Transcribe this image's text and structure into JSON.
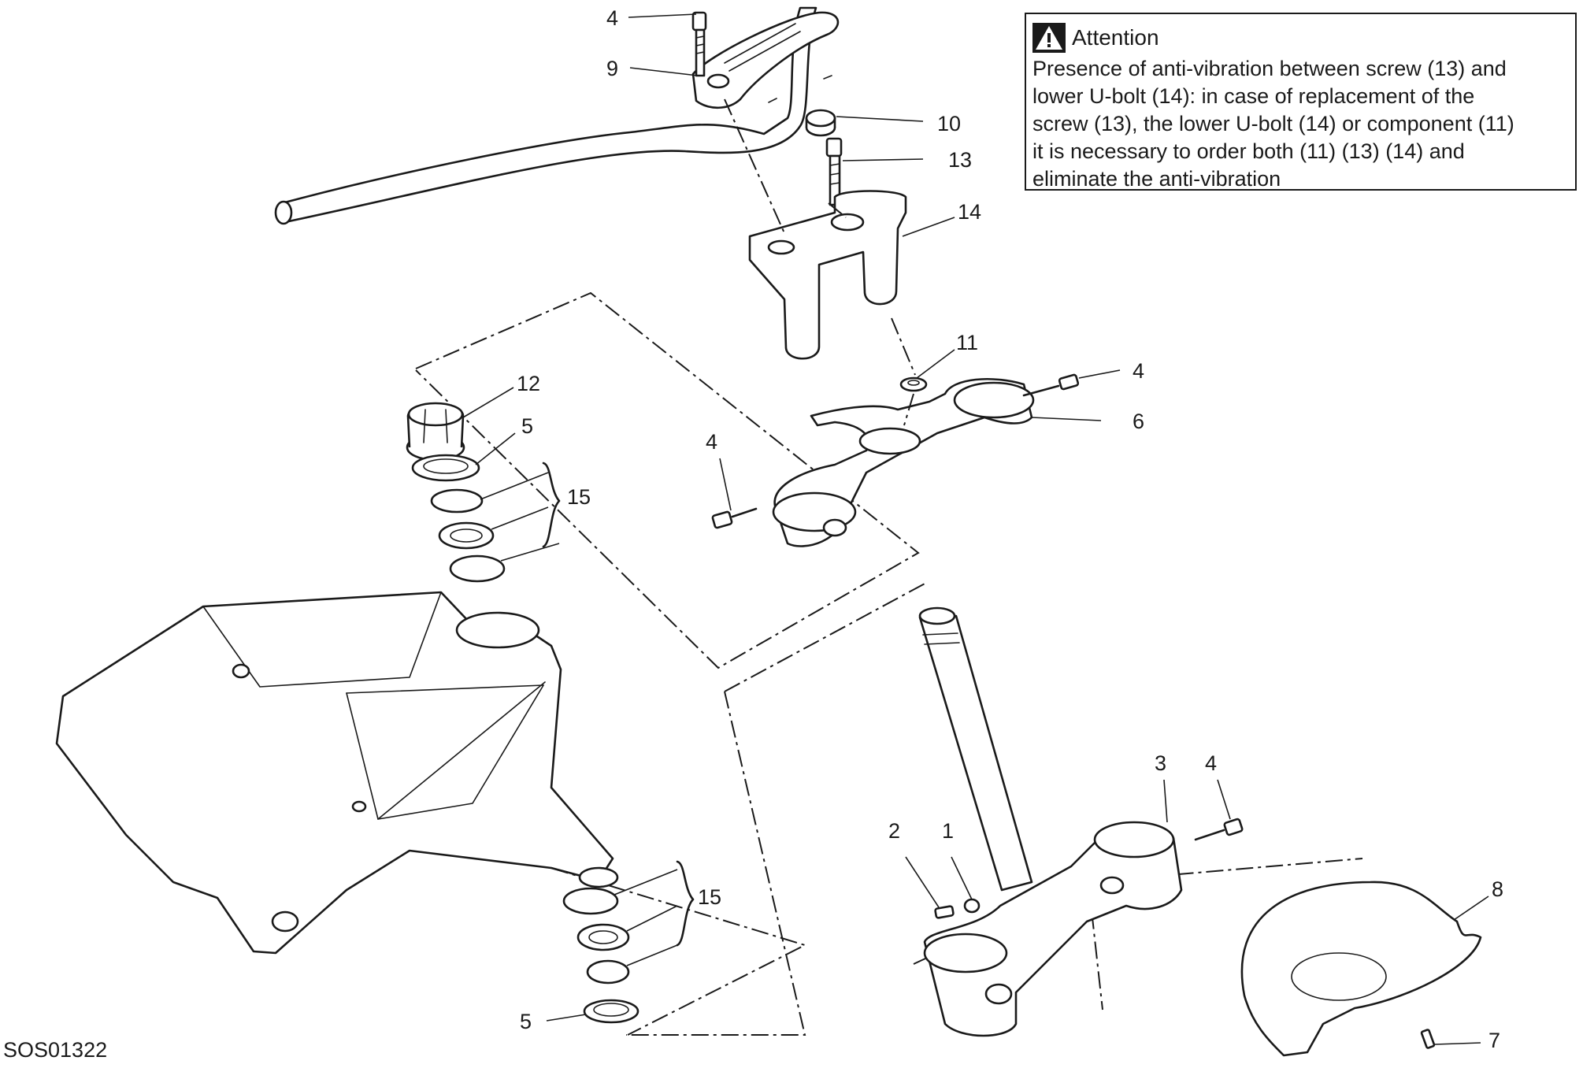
{
  "callouts": [
    "1",
    "2",
    "3",
    "4",
    "5",
    "6",
    "7",
    "8",
    "9",
    "10",
    "11",
    "12",
    "13",
    "14",
    "15"
  ],
  "drawing_code": "SOS01322",
  "note": {
    "icon": "warning-triangle-icon",
    "title": "Attention",
    "lines": [
      "Presence of anti-vibration between screw (13) and",
      "lower U-bolt (14): in case of replacement of the",
      "screw (13), the lower U-bolt (14) or component (11)",
      "it is necessary to order both (11) (13) (14) and",
      "eliminate the anti-vibration"
    ]
  }
}
